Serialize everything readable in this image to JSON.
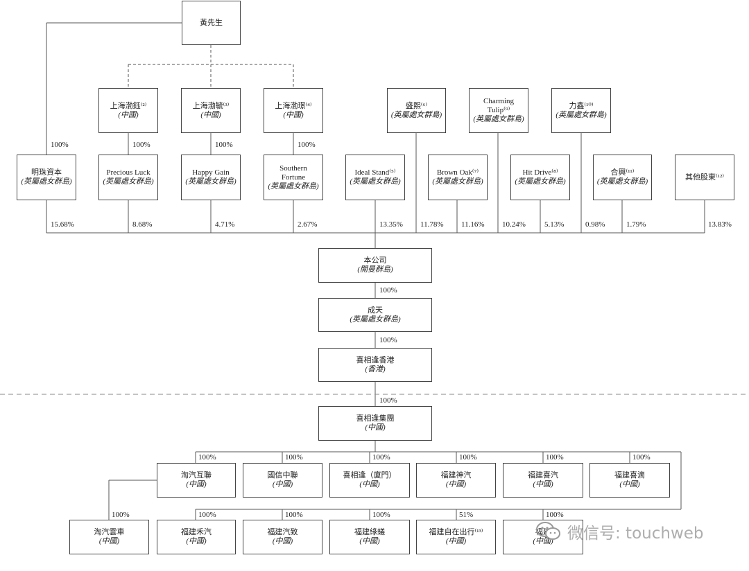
{
  "nodes": {
    "mr_huang": {
      "title": "黃先生",
      "sub": ""
    },
    "sh_bozhong": {
      "title": "上海渤鈺⁽²⁾",
      "sub": "(中國)"
    },
    "sh_bohang": {
      "title": "上海渤毓⁽³⁾",
      "sub": "(中國)"
    },
    "sh_bojing": {
      "title": "上海渤璟⁽⁴⁾",
      "sub": "(中國)"
    },
    "shengxi": {
      "title": "盛熙⁽⁶⁾",
      "sub": "(英屬處女群島)"
    },
    "charming_tulip": {
      "title": "Charming\nTulip⁽⁹⁾",
      "sub": "(英屬處女群島)"
    },
    "lixin": {
      "title": "力鑫⁽¹⁰⁾",
      "sub": "(英屬處女群島)"
    },
    "mingzhu": {
      "title": "明珠資本",
      "sub": "(英屬處女群島)"
    },
    "precious_luck": {
      "title": "Precious Luck",
      "sub": "(英屬處女群島)"
    },
    "happy_gain": {
      "title": "Happy Gain",
      "sub": "(英屬處女群島)"
    },
    "southern_fortune": {
      "title": "Southern\nFortune",
      "sub": "(英屬處女群島)"
    },
    "ideal_stand": {
      "title": "Ideal Stand⁽⁵⁾",
      "sub": "(英屬處女群島)"
    },
    "brown_oak": {
      "title": "Brown Oak⁽⁷⁾",
      "sub": "(英屬處女群島)"
    },
    "hit_drive": {
      "title": "Hit Drive⁽⁸⁾",
      "sub": "(英屬處女群島)"
    },
    "hexing": {
      "title": "合興⁽¹¹⁾",
      "sub": "(英屬處女群島)"
    },
    "other_shareholders": {
      "title": "其他股東⁽¹²⁾",
      "sub": ""
    },
    "company": {
      "title": "本公司",
      "sub": "(開曼群島)"
    },
    "chengtian": {
      "title": "成天",
      "sub": "(英屬處女群島)"
    },
    "xxf_hk": {
      "title": "喜相逢香港",
      "sub": "(香港)"
    },
    "xxf_group": {
      "title": "喜相逢集團",
      "sub": "(中國)"
    },
    "taoqi_hulian": {
      "title": "淘汽互聯",
      "sub": "(中國)"
    },
    "guoxin_zhonglian": {
      "title": "國信中聯",
      "sub": "(中國)"
    },
    "xxf_xiamen": {
      "title": "喜相逢（廈門）",
      "sub": "(中國)"
    },
    "fj_shenqi": {
      "title": "福建神汽",
      "sub": "(中國)"
    },
    "fj_xiqi": {
      "title": "福建喜汽",
      "sub": "(中國)"
    },
    "fj_xidi": {
      "title": "福建喜滴",
      "sub": "(中國)"
    },
    "taoqi_yunche": {
      "title": "淘汽雲車",
      "sub": "(中國)"
    },
    "fj_heqi": {
      "title": "福建禾汽",
      "sub": "(中國)"
    },
    "fj_qizhi": {
      "title": "福建汽致",
      "sub": "(中國)"
    },
    "fj_lvyi": {
      "title": "福建綠蟻",
      "sub": "(中國)"
    },
    "fj_zizai": {
      "title": "福建自在出行⁽¹³⁾",
      "sub": "(中國)"
    },
    "fj_partial": {
      "title": "福建",
      "sub": "(中國)"
    }
  },
  "percentages": {
    "mingzhu_up": "100%",
    "precious_up": "100%",
    "happy_up": "100%",
    "southern_up": "100%",
    "mingzhu": "15.68%",
    "precious": "8.68%",
    "happy": "4.71%",
    "southern": "2.67%",
    "ideal": "13.35%",
    "shengxi": "11.78%",
    "brown_oak": "11.16%",
    "charming": "10.24%",
    "hit_drive": "5.13%",
    "lixin": "0.98%",
    "hexing": "1.79%",
    "other": "13.83%",
    "chengtian": "100%",
    "xxf_hk": "100%",
    "xxf_group": "100%",
    "taoqi_hulian": "100%",
    "guoxin": "100%",
    "xxf_xiamen": "100%",
    "fj_shenqi": "100%",
    "fj_xiqi": "100%",
    "fj_xidi": "100%",
    "taoqi_yunche": "100%",
    "fj_heqi": "100%",
    "fj_qizhi": "100%",
    "fj_lvyi": "100%",
    "fj_zizai": "51%",
    "fj_partial": "100%"
  },
  "watermark": {
    "icon": "wechat-icon",
    "text": "微信号: touchweb",
    "color": "#8c8c8c"
  }
}
